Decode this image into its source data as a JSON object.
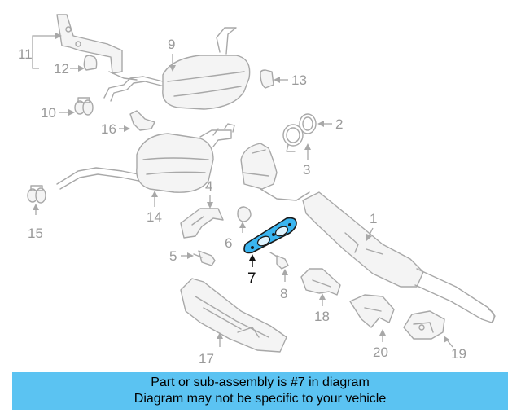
{
  "diagram": {
    "labels": {
      "l1": "1",
      "l2": "2",
      "l3": "3",
      "l4": "4",
      "l5": "5",
      "l6": "6",
      "l7": "7",
      "l8": "8",
      "l9": "9",
      "l10": "10",
      "l11": "11",
      "l12": "12",
      "l13": "13",
      "l14": "14",
      "l15": "15",
      "l16": "16",
      "l17": "17",
      "l18": "18",
      "l19": "19",
      "l20": "20"
    },
    "highlight_color": "#3ab5f0"
  },
  "banner": {
    "line1": "Part or sub-assembly is #7 in diagram",
    "line2": "Diagram may not be specific to your vehicle",
    "background": "#5bc3f2"
  }
}
